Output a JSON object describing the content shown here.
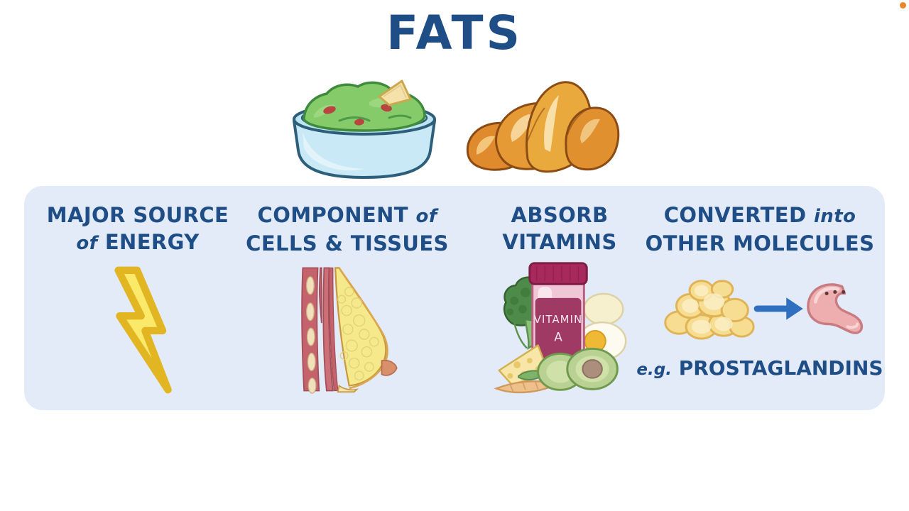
{
  "page": {
    "title": "FATS",
    "background_color": "#ffffff",
    "accent_color": "#1f4e87",
    "panel_color": "#e3ebf9"
  },
  "corner_indicator": {
    "name": "orange-dot",
    "color": "#e8882e"
  },
  "hero_foods": [
    {
      "name": "guacamole-bowl-illustration",
      "label": "Guacamole bowl with tortilla chip"
    },
    {
      "name": "croissant-illustration",
      "label": "Croissant"
    }
  ],
  "panel": {
    "columns": [
      {
        "id": "major-source-of-energy",
        "heading_line1": "MAJOR SOURCE",
        "heading_line2_prefix": "of",
        "heading_line2": "ENERGY",
        "art_name": "lightning-bolt-icon",
        "art_label": "Lightning bolt",
        "art_colors": {
          "fill": "#fbe96a",
          "stroke": "#e2b522"
        }
      },
      {
        "id": "component-of-cells-and-tissues",
        "heading_line1_prefix": "COMPONENT",
        "heading_line1_lc": "of",
        "heading_line2": "CELLS & TISSUES",
        "art_name": "breast-cross-section-illustration",
        "art_label": "Cross-section of muscle and adipose tissue",
        "art_colors": {
          "muscle": "#c4636b",
          "fat": "#f5e98c",
          "outline": "#c9973f"
        }
      },
      {
        "id": "absorb-vitamins",
        "heading_line1": "ABSORB",
        "heading_line2": "VITAMINS",
        "art_name": "vitamin-bottle-and-foods-illustration",
        "art_label": "Vitamin A bottle with broccoli, cheese, carrot, egg and avocado",
        "bottle_label_line1": "VITAMIN",
        "bottle_label_line2": "A",
        "art_colors": {
          "bottle": "#9e3a63",
          "cap": "#a82a5c",
          "broccoli": "#4e8a4a",
          "cheese": "#f7e6a8",
          "avocado": "#a8c77c"
        }
      },
      {
        "id": "converted-into-other-molecules",
        "heading_line1_prefix": "CONVERTED",
        "heading_line1_lc": "into",
        "heading_line2": "OTHER MOLECULES",
        "art_name": "fat-to-prostaglandin-conversion-illustration",
        "art_label": "Fat globules converted by arrow into prostaglandin molecule",
        "caption_prefix": "e.g.",
        "caption": "PROSTAGLANDINS",
        "art_colors": {
          "fat": "#f6dd92",
          "fat_stroke": "#e0b455",
          "arrow": "#2f6fc0",
          "molecule": "#eeaeb0"
        }
      }
    ]
  }
}
